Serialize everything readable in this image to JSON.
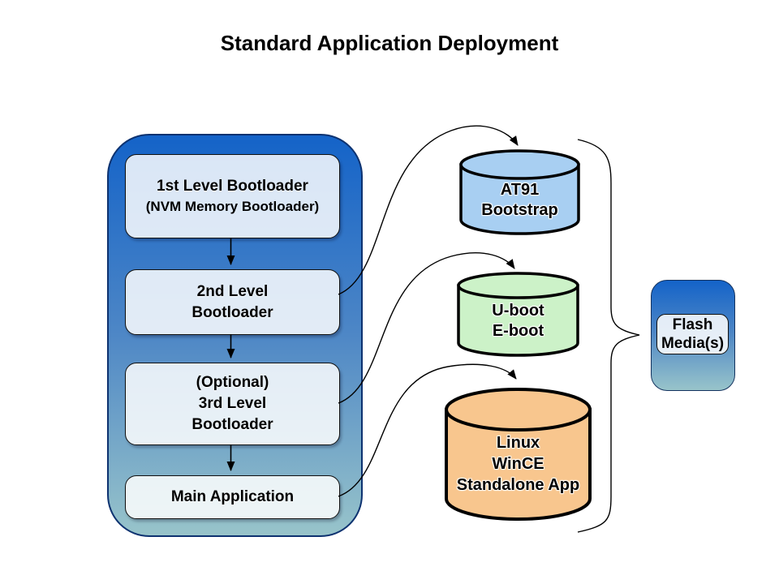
{
  "title": "Standard Application Deployment",
  "colors": {
    "container_gradient_top": "#1463c8",
    "container_gradient_bottom": "#98c4ca",
    "container_border": "#0d3270",
    "inner_box_fill": "#dce8f6",
    "stroke": "#000000"
  },
  "pipeline": {
    "steps": [
      {
        "title": "1st Level Bootloader",
        "subtitle": "(NVM Memory Bootloader)"
      },
      {
        "title": "2nd Level\nBootloader"
      },
      {
        "title": "(Optional)\n3rd Level\nBootloader"
      },
      {
        "title": "Main Application"
      }
    ]
  },
  "stores": [
    {
      "label": "AT91\nBootstrap",
      "color": "#a8cff2"
    },
    {
      "label": "U-boot\nE-boot",
      "color": "#ccf2c8"
    },
    {
      "label": "Linux\nWinCE\nStandalone App",
      "color": "#f8c68e"
    }
  ],
  "target": {
    "label": "Flash\nMedia(s)"
  },
  "connections": [
    {
      "from": "1st Level Bootloader",
      "to": "2nd Level Bootloader",
      "type": "arrow"
    },
    {
      "from": "2nd Level Bootloader",
      "to": "(Optional) 3rd Level Bootloader",
      "type": "arrow"
    },
    {
      "from": "(Optional) 3rd Level Bootloader",
      "to": "Main Application",
      "type": "arrow"
    },
    {
      "from": "2nd Level Bootloader",
      "to": "AT91 Bootstrap",
      "type": "curved-arrow"
    },
    {
      "from": "(Optional) 3rd Level Bootloader",
      "to": "U-boot / E-boot",
      "type": "curved-arrow"
    },
    {
      "from": "Main Application",
      "to": "Linux / WinCE / Standalone App",
      "type": "curved-arrow"
    },
    {
      "from": "AT91 Bootstrap, U-boot/E-boot, Linux/WinCE/Standalone App",
      "to": "Flash Media(s)",
      "type": "brace"
    }
  ]
}
